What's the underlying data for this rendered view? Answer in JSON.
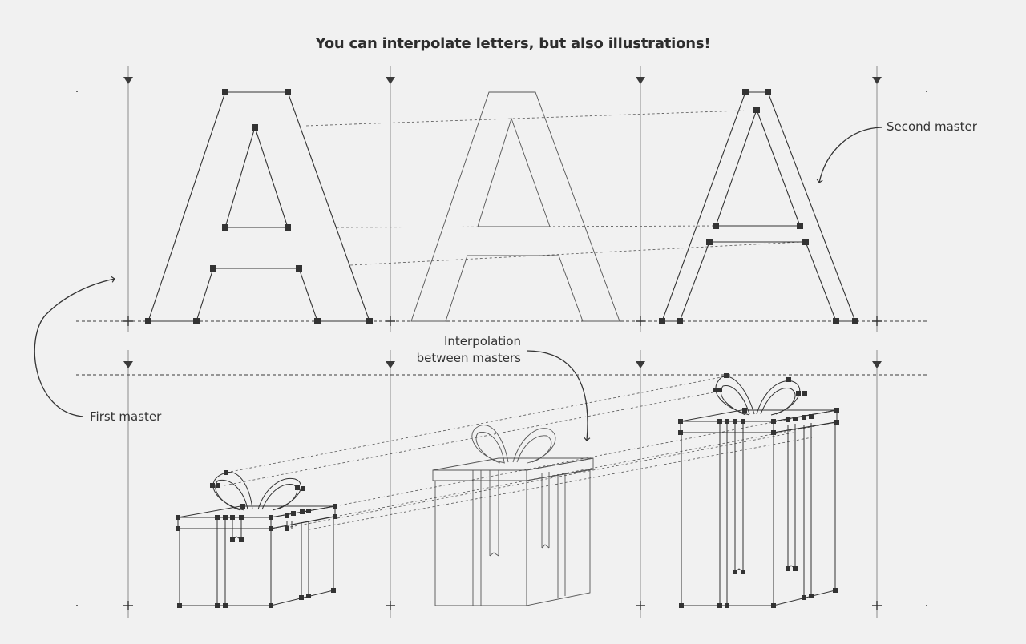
{
  "title": "You can interpolate letters, but also illustrations!",
  "labels": {
    "second_master": "Second master",
    "first_master": "First master",
    "interpolation_line1": "Interpolation",
    "interpolation_line2": "between masters"
  },
  "colors": {
    "background": "#f1f1f1",
    "stroke": "#3a3a3a",
    "guide": "#8a8a8a",
    "point": "#333333"
  }
}
